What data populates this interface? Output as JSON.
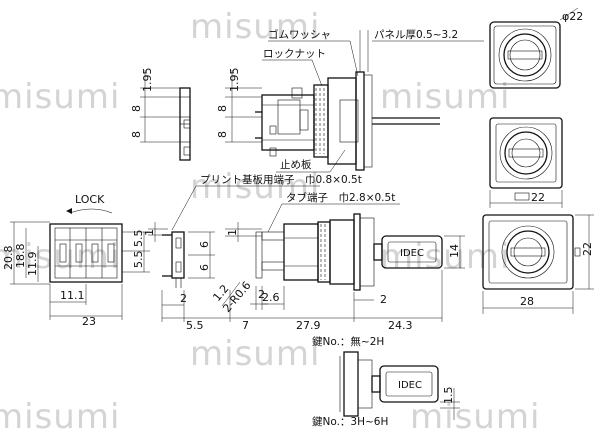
{
  "watermark": "misumi",
  "labels": {
    "gomu_washer": "ゴムワッシャ",
    "lock_nut": "ロックナット",
    "panel_thickness": "パネル厚0.5~3.2",
    "tome_ita": "止め板",
    "print_terminal": "プリント基板用端子　巾0.8×0.5t",
    "tab_terminal": "タブ端子　巾2.8×0.5t",
    "lock": "LOCK",
    "key_none": "鍵No.：無~2H",
    "key_3h": "鍵No.：3H~6H",
    "key_brand": "IDEC"
  },
  "dims": {
    "phi22": "φ22",
    "d1_95a": "1.95",
    "d8a": "8",
    "d8b": "8",
    "d1_95b": "1.95",
    "d8c": "8",
    "d8d": "8",
    "d20_8": "20.8",
    "d18_8": "18.8",
    "d11_9": "11.9",
    "d11_1": "11.1",
    "d23": "23",
    "d5_5a": "5.5",
    "d5_5b": "5.5",
    "d1a": "1",
    "d1b": "1",
    "d6a": "6",
    "d6b": "6",
    "d2a": "2",
    "d2b": "2",
    "d5_5c": "5.5",
    "d1_2": "1.2",
    "d2_R0_6": "2-R0.6",
    "d2_6": "2.6",
    "d7": "7",
    "d27_9": "27.9",
    "d24_3": "24.3",
    "d14": "14",
    "d2c": "2",
    "d22a": "22",
    "d22b": "22",
    "d28": "28",
    "d1_5": "1.5"
  }
}
